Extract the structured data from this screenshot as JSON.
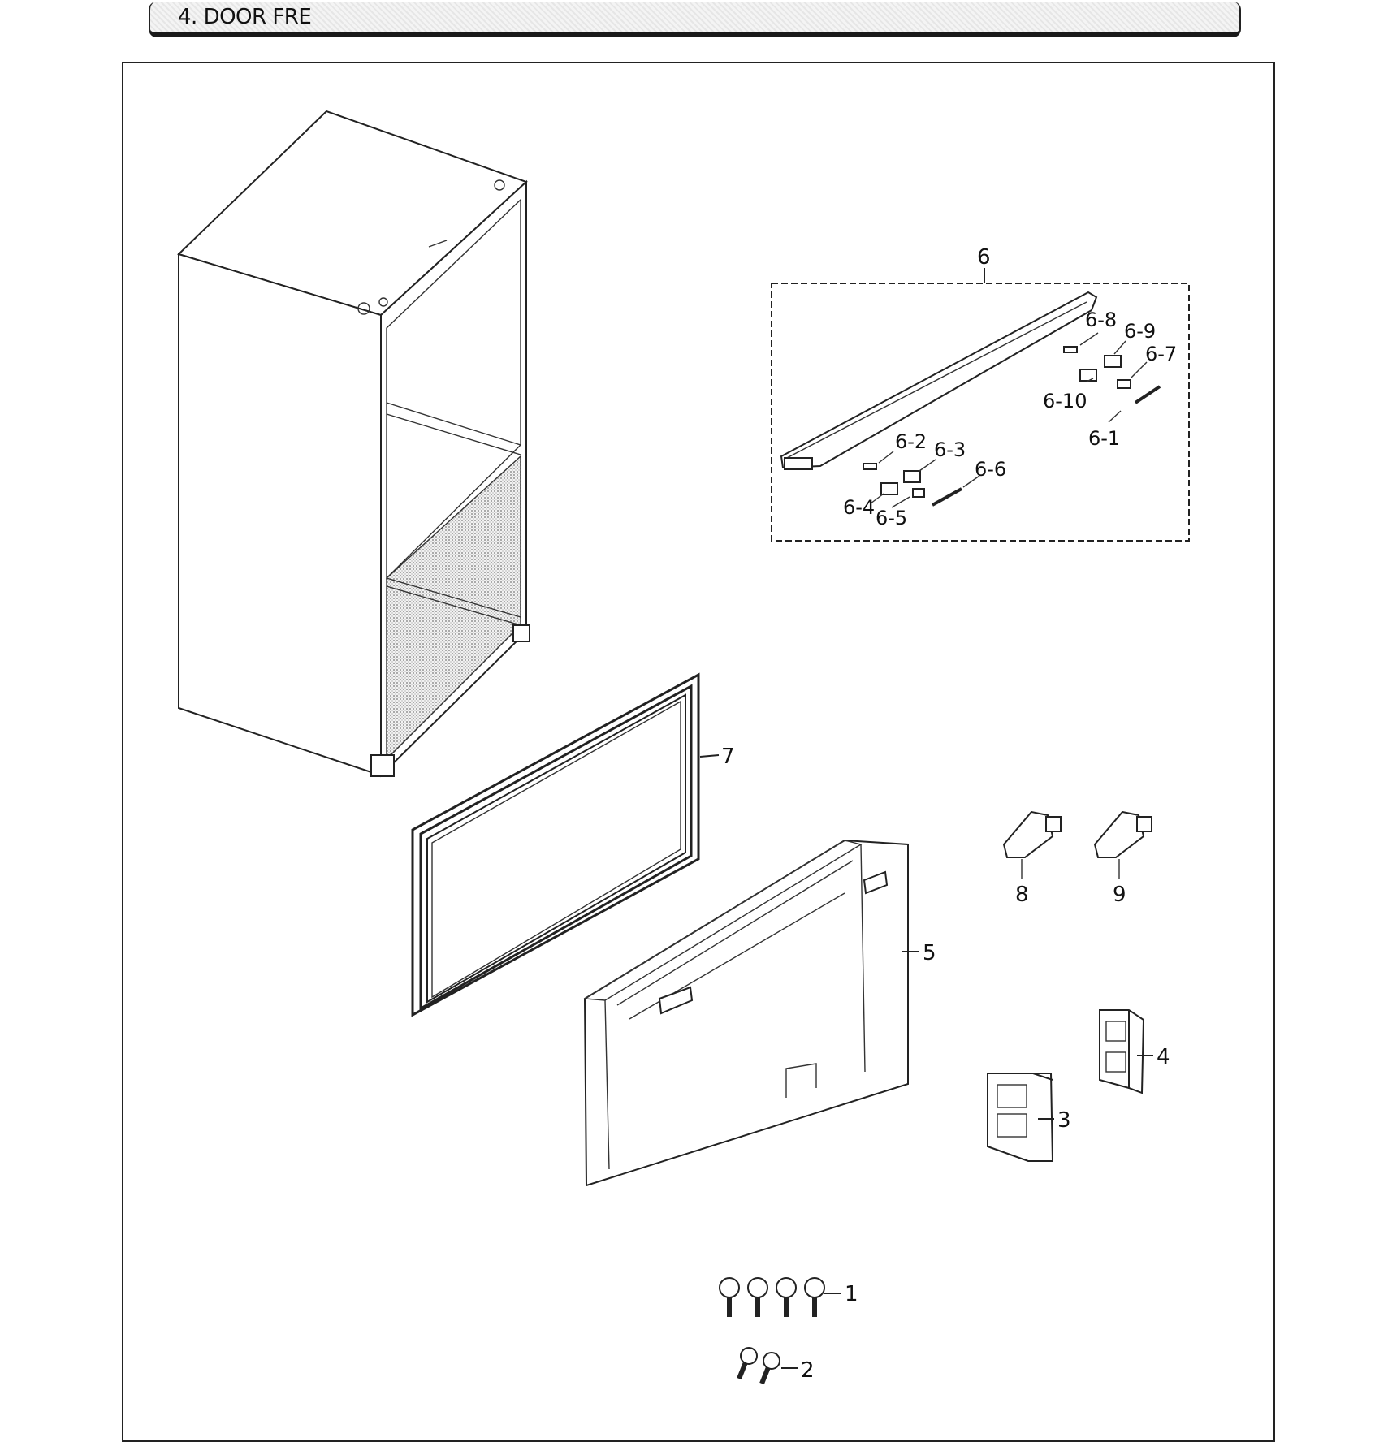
{
  "header": {
    "title": "4. DOOR FRE"
  },
  "callouts": {
    "part_1": "1",
    "part_2": "2",
    "part_3": "3",
    "part_4": "4",
    "part_5": "5",
    "part_6": "6",
    "part_7": "7",
    "part_8": "8",
    "part_9": "9",
    "part_6_1": "6-1",
    "part_6_2": "6-2",
    "part_6_3": "6-3",
    "part_6_4": "6-4",
    "part_6_5": "6-5",
    "part_6_6": "6-6",
    "part_6_7": "6-7",
    "part_6_8": "6-8",
    "part_6_9": "6-9",
    "part_6_10": "6-10"
  }
}
